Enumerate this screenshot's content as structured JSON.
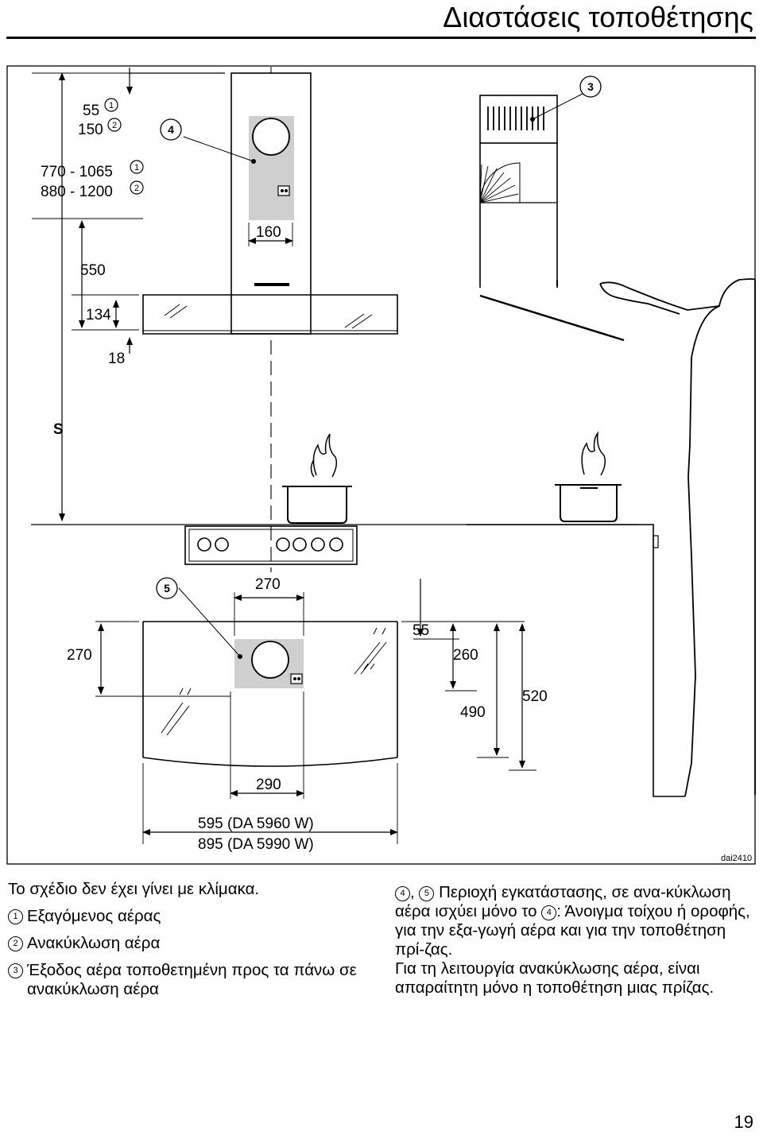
{
  "page": {
    "title": "Διαστάσεις τοποθέτησης",
    "page_number": "19"
  },
  "drawing": {
    "code": "dai2410",
    "callouts": [
      "1",
      "2",
      "3",
      "4",
      "5"
    ],
    "dimensions": {
      "d55": "55",
      "d150": "150",
      "d770": "770 - 1065",
      "d880": "880 - 1200",
      "d160": "160",
      "d550": "550",
      "d134": "134",
      "d18": "18",
      "dS": "S",
      "d270_top": "270",
      "d270_side": "270",
      "d55_b": "55",
      "d260": "260",
      "d490": "490",
      "d520": "520",
      "d290": "290",
      "width_a": "595 (DA 5960 W)",
      "width_b": "895 (DA 5990 W)"
    }
  },
  "notes": {
    "scale": "Το σχέδιο δεν έχει γίνει με κλίμακα."
  },
  "legend": [
    {
      "num": "1",
      "text": "Εξαγόμενος αέρας"
    },
    {
      "num": "2",
      "text": "Ανακύκλωση αέρα"
    },
    {
      "num": "3",
      "text": "Έξοδος αέρα τοποθετημένη προς τα πάνω σε ανακύκλωση αέρα"
    }
  ],
  "install_note": {
    "n4": "4",
    "n5": "5",
    "sep": ",",
    "part1": "Περιοχή εγκατάστασης, σε ανα-κύκλωση αέρα ισχύει μόνο το",
    "part2": ": Άνοιγμα τοίχου ή οροφής, για την εξα-γωγή αέρα και για την τοποθέτηση πρί-ζας.",
    "part3": "Για τη λειτουργία ανακύκλωσης αέρα, είναι απαραίτητη μόνο η τοποθέτηση μιας πρίζας."
  }
}
